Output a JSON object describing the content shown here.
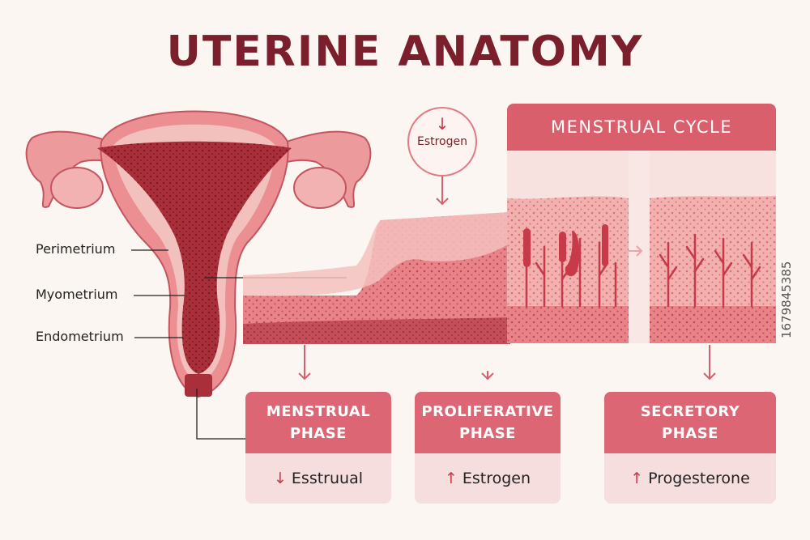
{
  "title": "UTERINE ANATOMY",
  "labels": {
    "perimetrium": "Perimetrium",
    "myometrium": "Myometrium",
    "endometrium": "Endometrium"
  },
  "estrogen_bubble": {
    "arrow": "↓",
    "text": "Estrogen"
  },
  "cycle_title": "MENSTRUAL CYCLE",
  "phases": [
    {
      "title_line1": "MENSTRUAL",
      "title_line2": "PHASE",
      "arrow": "↓",
      "hormone": "Esstruual"
    },
    {
      "title_line1": "PROLIFERATIVE",
      "title_line2": "PHASE",
      "arrow": "↑",
      "hormone": "Estrogen"
    },
    {
      "title_line1": "SECRETORY",
      "title_line2": "PHASE",
      "arrow": "↑",
      "hormone": "Progesterone"
    }
  ],
  "watermark": "1679845385",
  "colors": {
    "title": "#7a1f2b",
    "accent": "#d95f6c",
    "tissue": "#e9838a",
    "dark_tissue": "#a92f3b",
    "background": "#fbf6f1"
  }
}
